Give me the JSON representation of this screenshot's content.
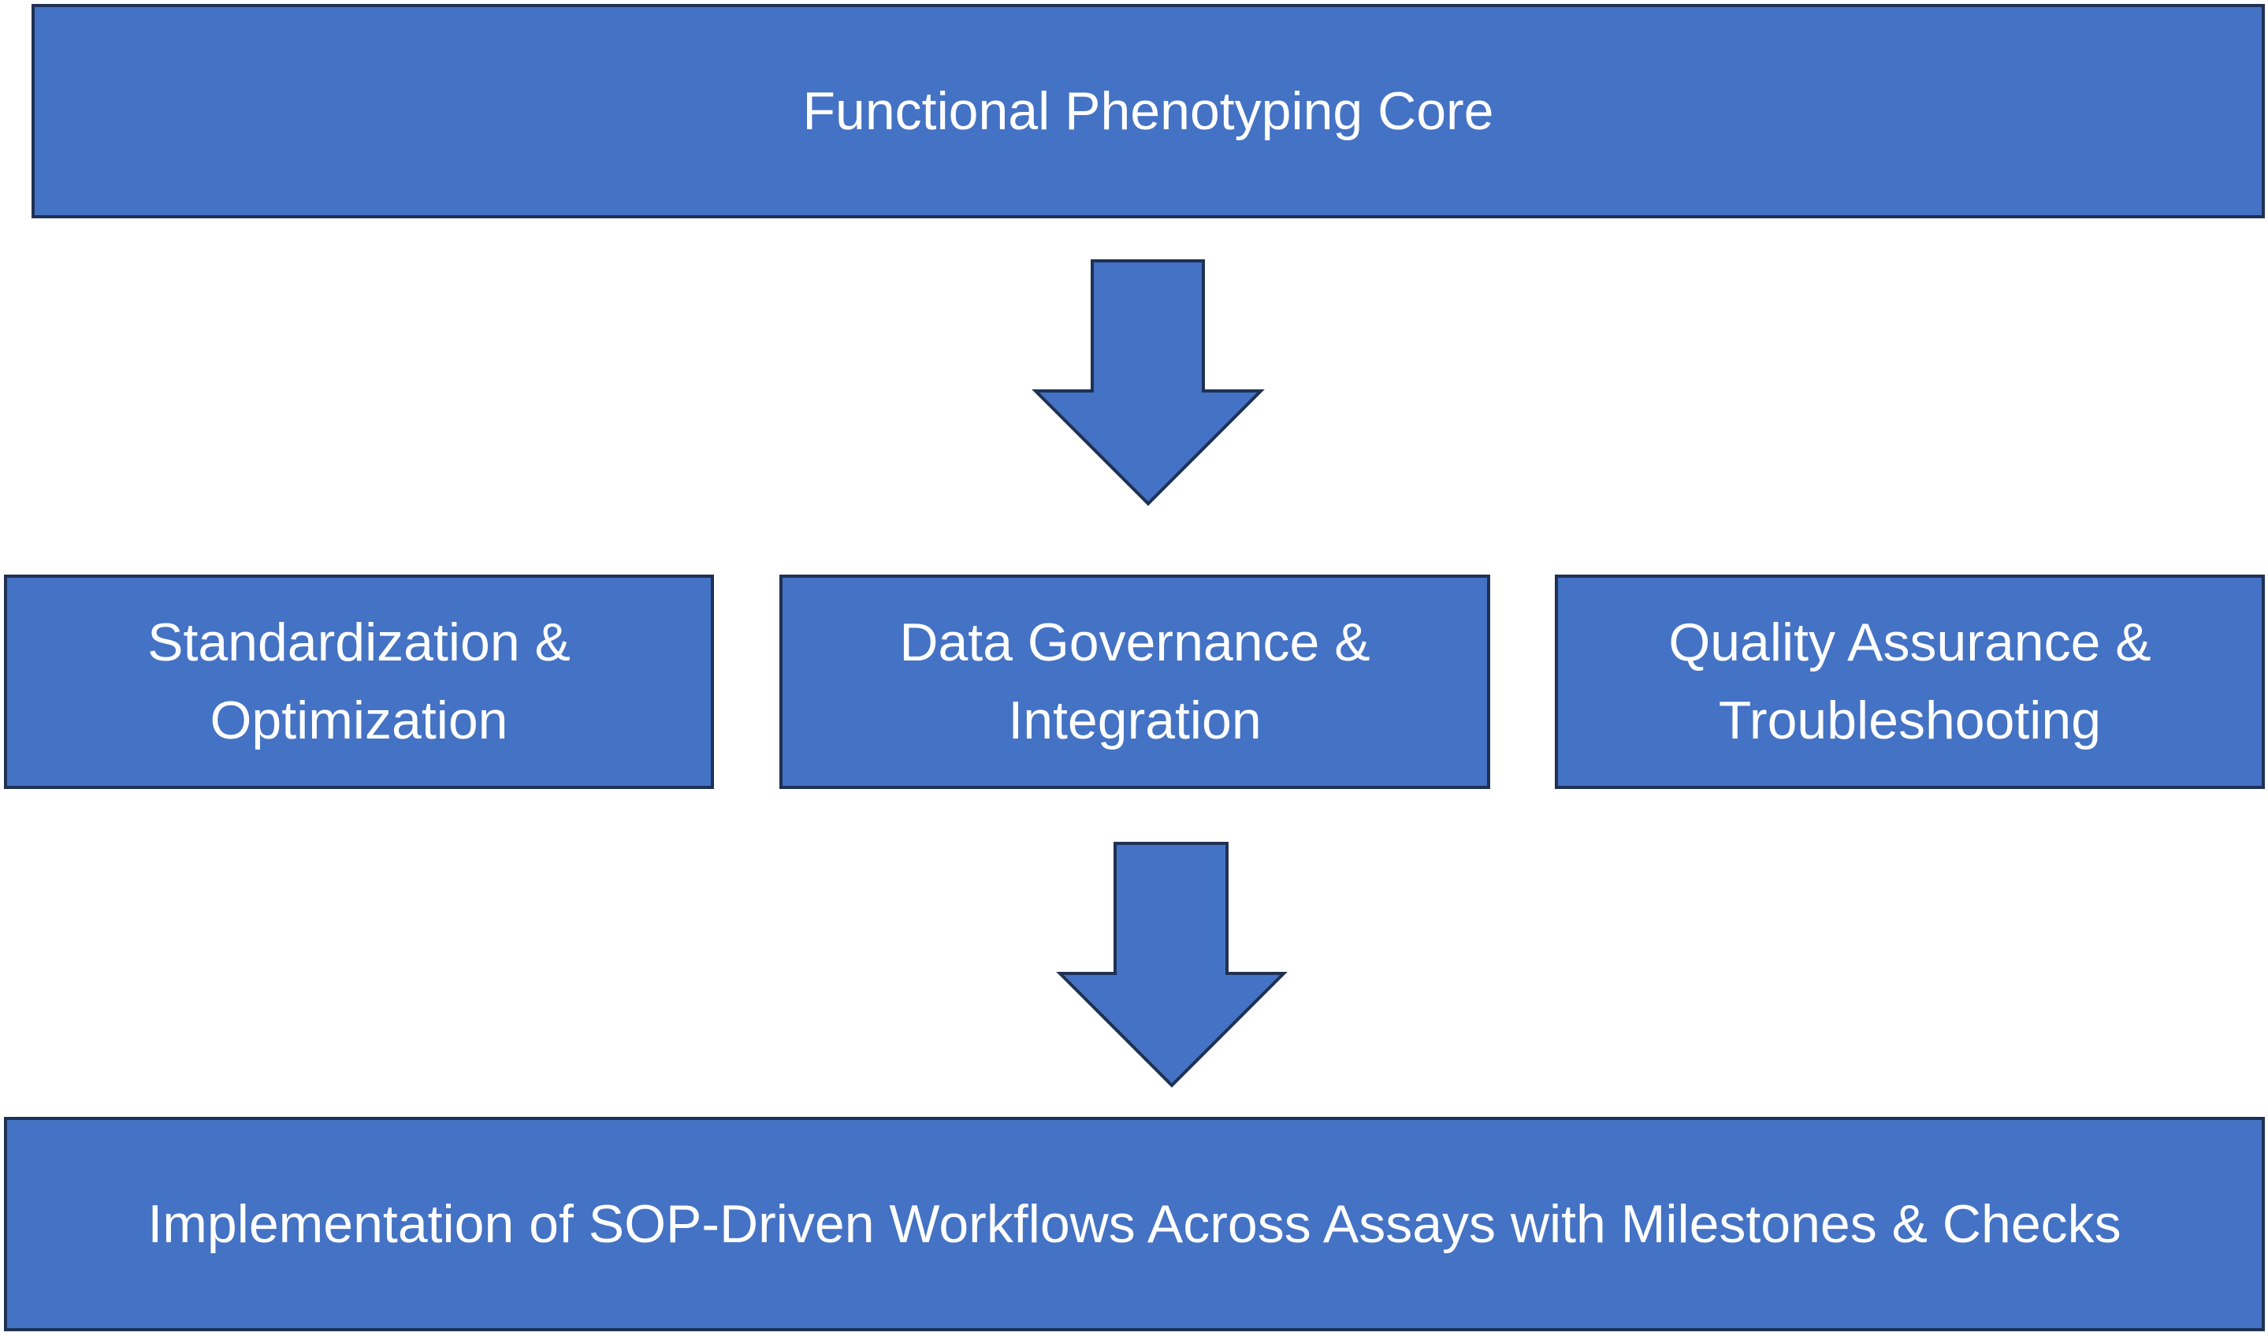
{
  "colors": {
    "fill": "#4472C4",
    "border": "#1F3154",
    "text": "#FFFFFF"
  },
  "top": {
    "label": "Functional Phenotyping Core"
  },
  "middle": [
    {
      "label": "Standardization & Optimization"
    },
    {
      "label": "Data Governance & Integration"
    },
    {
      "label": "Quality Assurance & Troubleshooting"
    }
  ],
  "bottom": {
    "label": "Implementation of SOP-Driven Workflows Across Assays with Milestones & Checks"
  },
  "arrows": [
    "down-arrow-icon",
    "down-arrow-icon"
  ]
}
